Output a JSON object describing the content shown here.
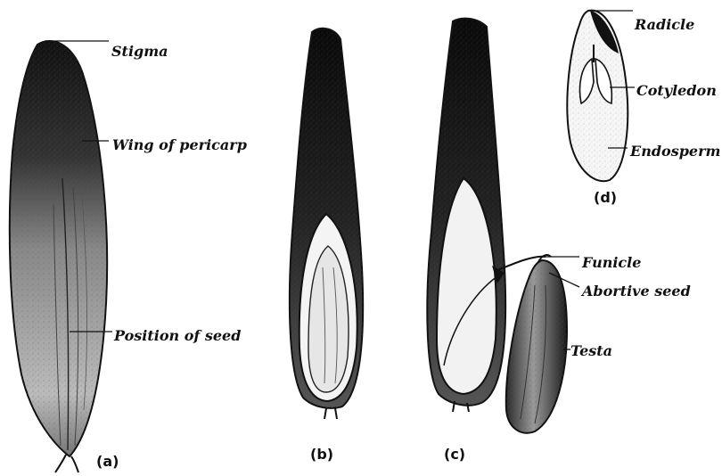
{
  "labels": {
    "stigma": "Stigma",
    "wing_of_pericarp": "Wing of pericarp",
    "position_of_seed": "Position of seed",
    "radicle": "Radicle",
    "cotyledon": "Cotyledon",
    "endosperm": "Endosperm",
    "funicle": "Funicle",
    "abortive_seed": "Abortive seed",
    "testa": "Testa"
  },
  "panels": {
    "a": "(a)",
    "b": "(b)",
    "c": "(c)",
    "d": "(d)"
  }
}
